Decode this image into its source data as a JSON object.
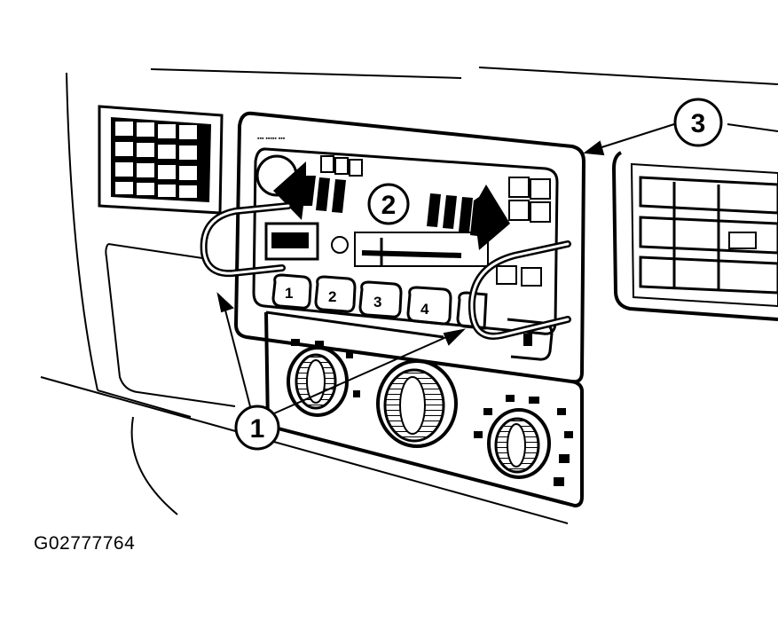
{
  "figure": {
    "id_label": "G02777764"
  },
  "callouts": [
    {
      "number": "1",
      "meaning": "removal tools"
    },
    {
      "number": "2",
      "meaning": "radio"
    },
    {
      "number": "3",
      "meaning": "instrument panel bezel"
    }
  ],
  "radio": {
    "preset_buttons": [
      "1",
      "2",
      "3",
      "4"
    ]
  },
  "colors": {
    "ink": "#000000",
    "paper": "#ffffff"
  }
}
